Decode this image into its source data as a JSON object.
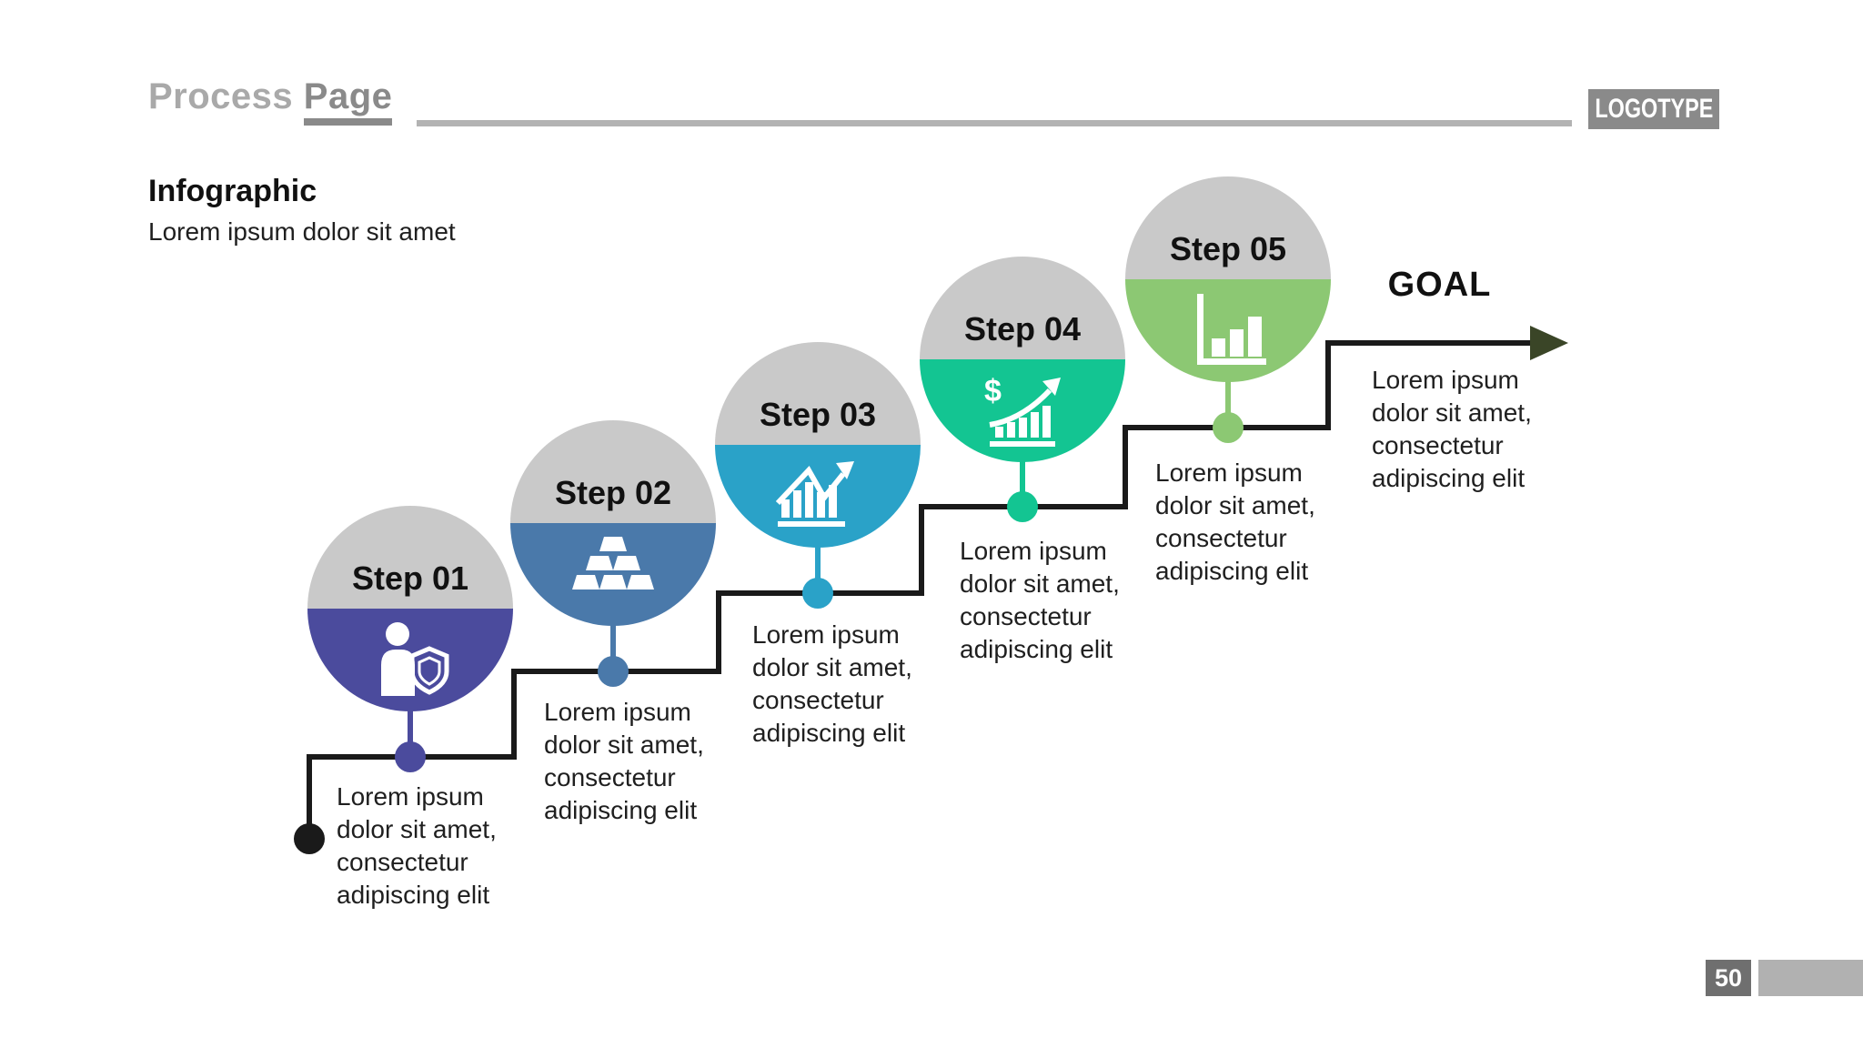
{
  "header": {
    "title_light": "Process",
    "title_dark": "Page",
    "logotype": "LOGOTYPE"
  },
  "heading": {
    "title": "Infographic",
    "subtitle": "Lorem ipsum dolor sit amet"
  },
  "steps": [
    {
      "label": "Step 01",
      "icon": "person-shield-icon",
      "color": "#4b4b9d",
      "description": "Lorem ipsum dolor sit amet, consectetur adipiscing elit"
    },
    {
      "label": "Step 02",
      "icon": "gold-bars-icon",
      "color": "#4a79aa",
      "description": "Lorem ipsum dolor sit amet, consectetur adipiscing elit"
    },
    {
      "label": "Step 03",
      "icon": "growth-chart-icon",
      "color": "#2aa2c8",
      "description": "Lorem ipsum dolor sit amet, consectetur adipiscing elit"
    },
    {
      "label": "Step 04",
      "icon": "money-growth-icon",
      "color": "#13c592",
      "description": "Lorem ipsum dolor sit amet, consectetur adipiscing elit",
      "icon_glyph": "$"
    },
    {
      "label": "Step 05",
      "icon": "bar-chart-icon",
      "color": "#8cc873",
      "description": "Lorem ipsum dolor sit amet, consectetur adipiscing elit"
    }
  ],
  "goal": {
    "label": "GOAL",
    "description": "Lorem ipsum dolor sit amet, consectetur adipiscing elit"
  },
  "footer": {
    "page_number": "50"
  },
  "colors": {
    "circle_top": "#c9c9c9",
    "line": "#1a1a1a",
    "arrowhead": "#3a4527",
    "title_light": "#a9a9a9",
    "title_dark": "#8a8a8a",
    "rule": "#b3b3b3",
    "logotype_bg": "#8a8a8a",
    "footer_box": "#6f6f6f",
    "footer_bar": "#b1b1b1"
  }
}
